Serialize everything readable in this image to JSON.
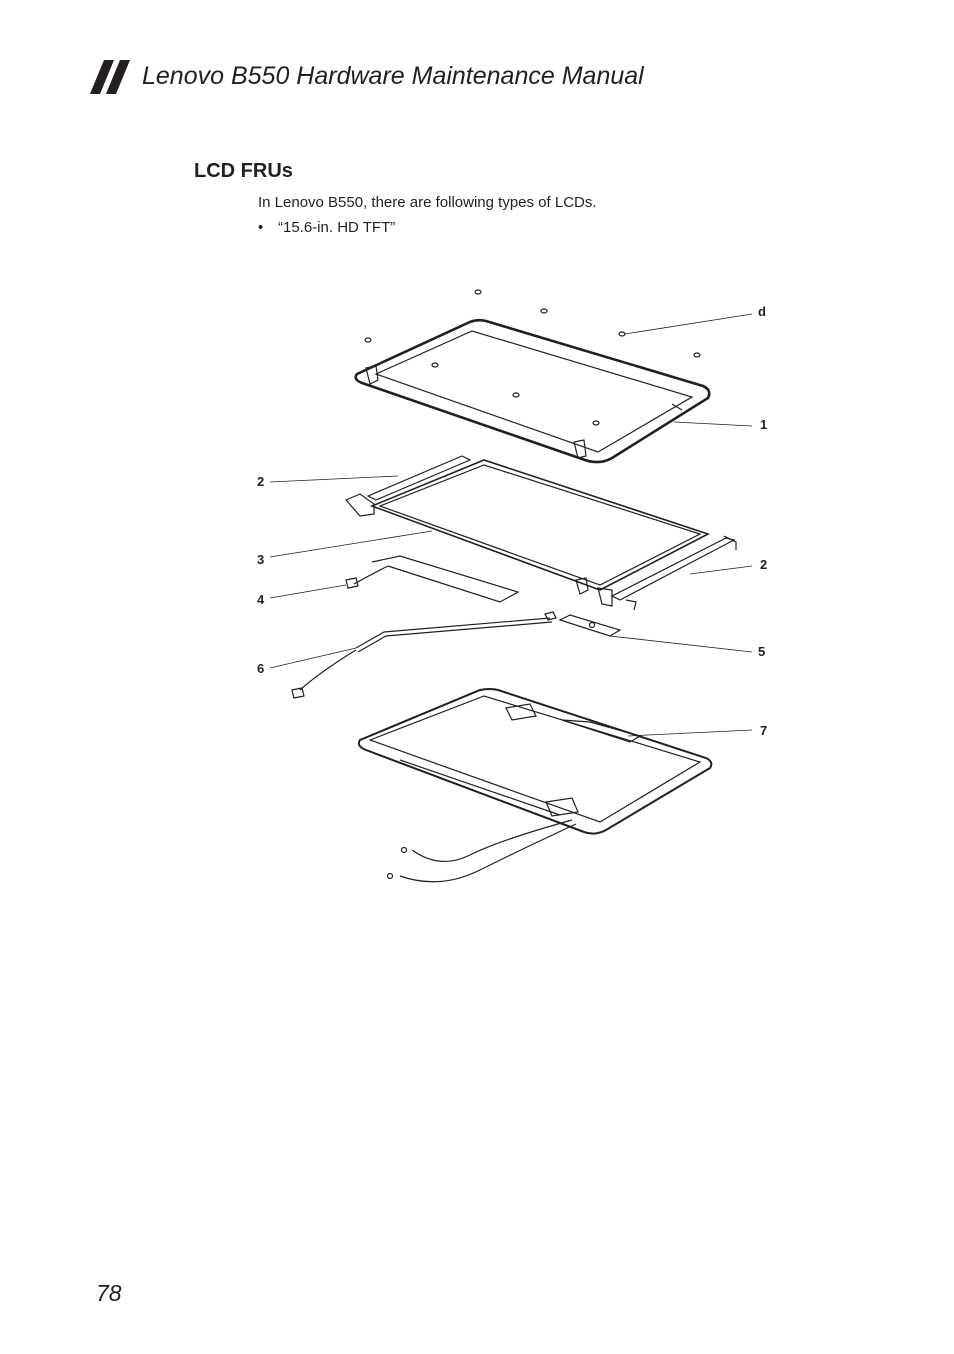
{
  "header": {
    "title": "Lenovo B550 Hardware Maintenance Manual",
    "logo_icon": "double-slash-mark-icon"
  },
  "section": {
    "title": "LCD FRUs",
    "intro": "In Lenovo B550, there are following types of LCDs.",
    "bullets": [
      "“15.6-in. HD TFT”"
    ]
  },
  "figure": {
    "callouts": {
      "d": "d",
      "c1": "1",
      "c2a": "2",
      "c3": "3",
      "c4": "4",
      "c2b": "2",
      "c5": "5",
      "c6": "6",
      "c7": "7"
    }
  },
  "footer": {
    "page_number": "78"
  }
}
